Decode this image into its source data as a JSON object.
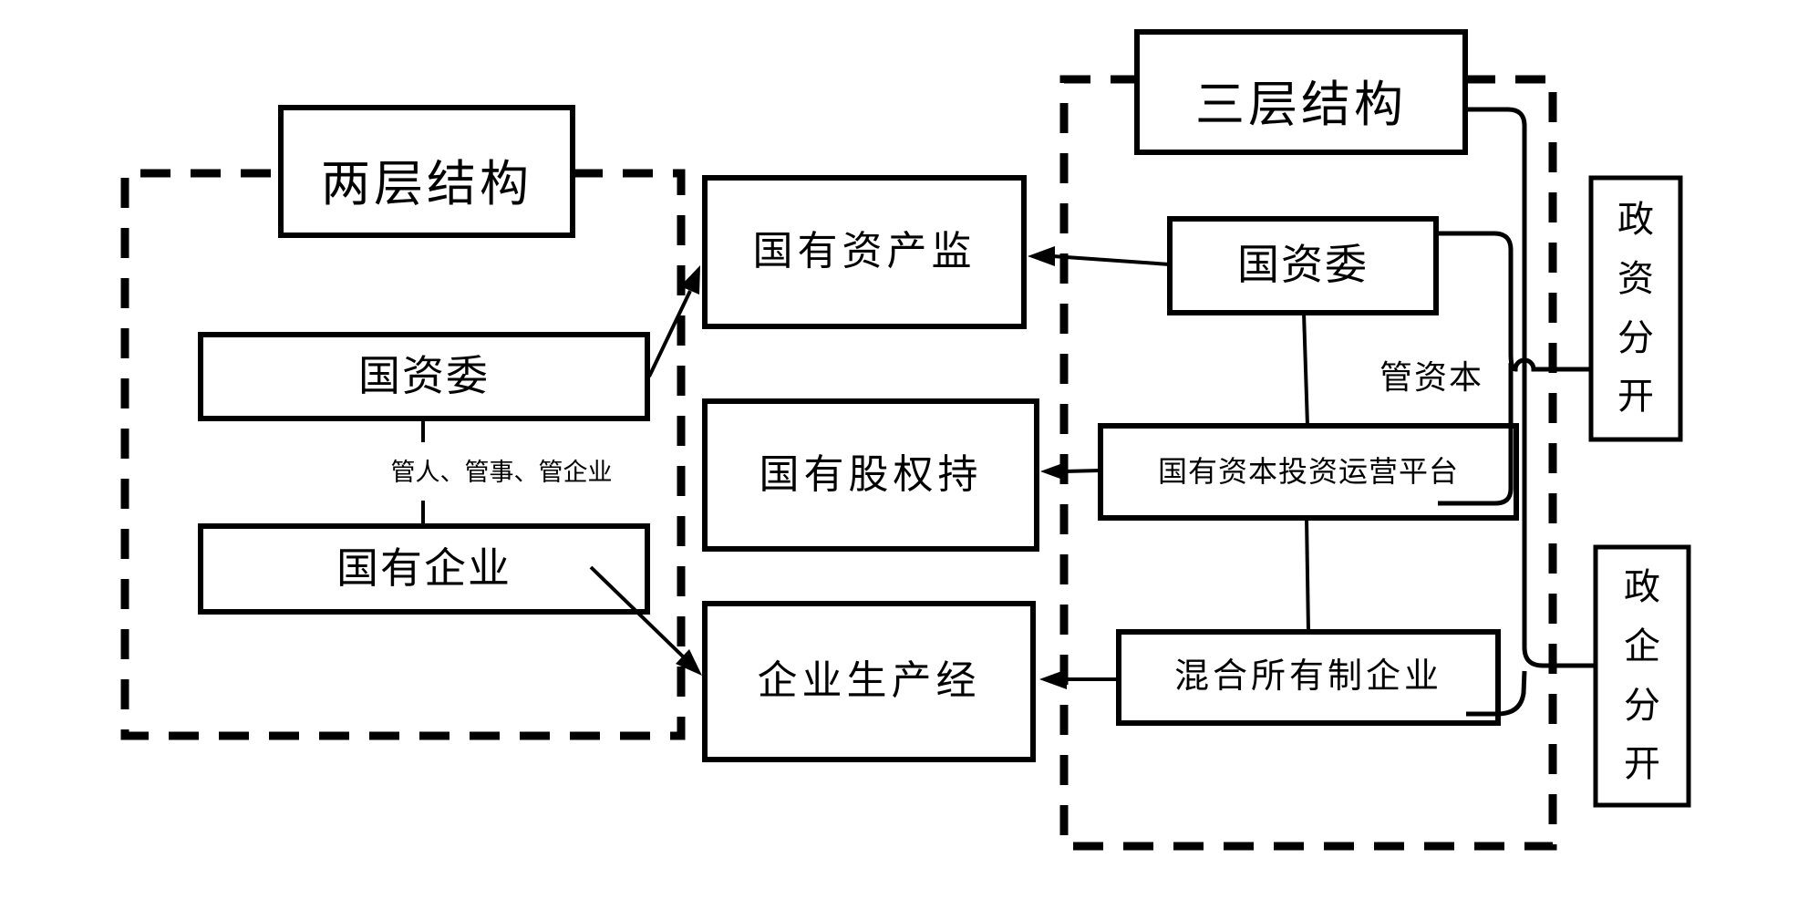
{
  "colors": {
    "ink": "#000000",
    "bg": "#ffffff"
  },
  "left_group": {
    "title": "两层结构",
    "gzw": "国资委",
    "soe": "国有企业",
    "edge_label": "管人、管事、管企业"
  },
  "middle": {
    "m1": "国有资产监",
    "m2": "国有股权持",
    "m3": "企业生产经"
  },
  "right_group": {
    "title": "三层结构",
    "gzw": "国资委",
    "platform": "国有资本投资运营平台",
    "mixed": "混合所有制企业",
    "edge_label": "管资本"
  },
  "notes": {
    "gov_capital": "政资分开",
    "gov_enterprise": "政企分开"
  }
}
